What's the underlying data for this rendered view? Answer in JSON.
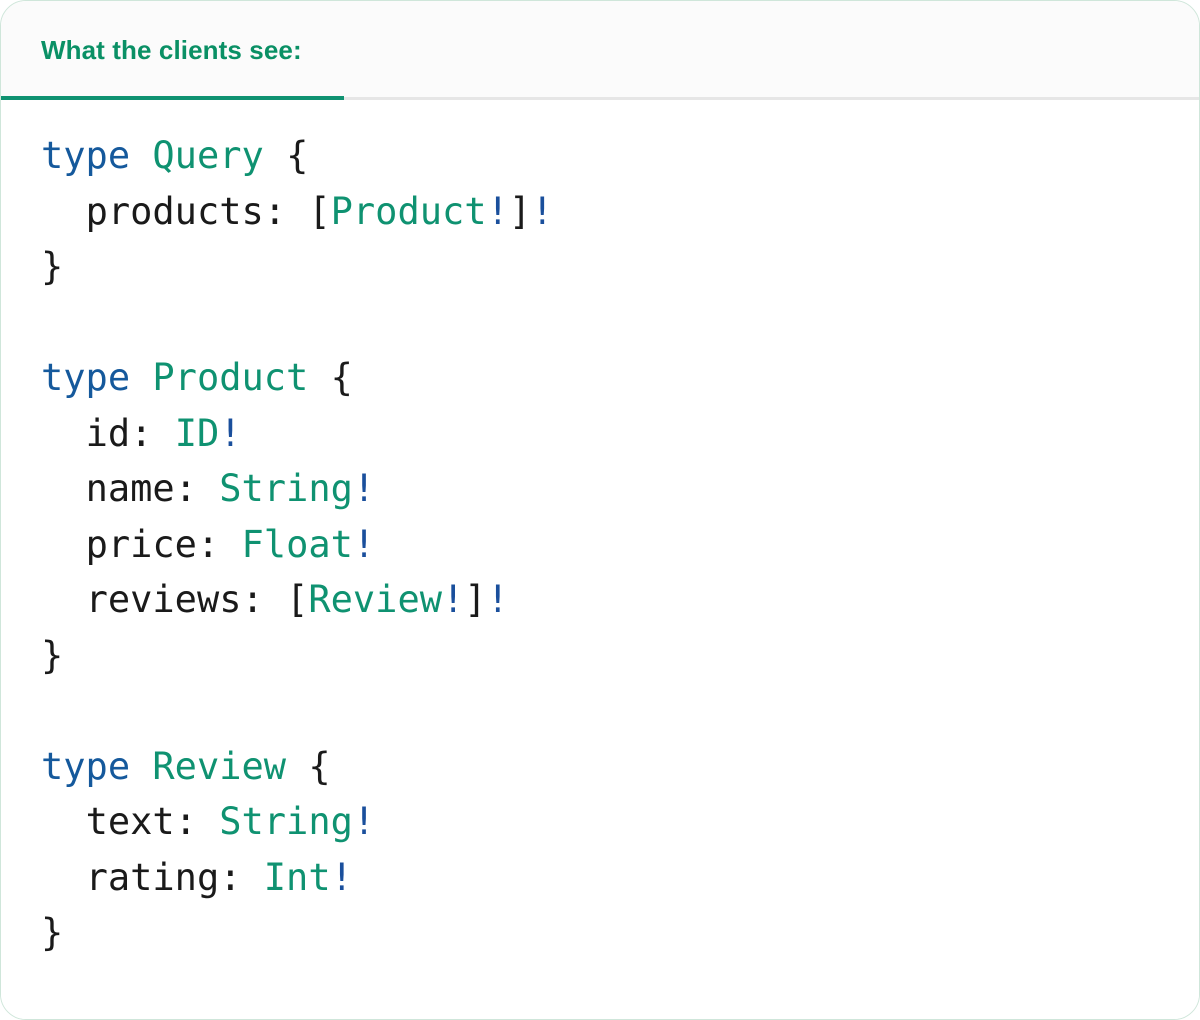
{
  "card": {
    "accent_color": "#0f9271",
    "border_color": "#cfe6da",
    "header_bg": "#fbfbfb",
    "body_bg": "#ffffff"
  },
  "tabs": [
    {
      "label": "What the clients see:",
      "active": true
    }
  ],
  "code": {
    "language": "graphql",
    "colors": {
      "keyword": "#15599c",
      "type_name": "#0f9271",
      "field_name": "#1a1a1a",
      "punctuation": "#1a1a1a",
      "non_null_bang": "#1a4f9c"
    },
    "text": "type Query {\n  products: [Product!]!\n}\n\ntype Product {\n  id: ID!\n  name: String!\n  price: Float!\n  reviews: [Review!]!\n}\n\ntype Review {\n  text: String!\n  rating: Int!\n}",
    "lines": [
      [
        {
          "t": "type",
          "c": "keyword"
        },
        {
          "t": " ",
          "c": "plain"
        },
        {
          "t": "Query",
          "c": "type"
        },
        {
          "t": " ",
          "c": "plain"
        },
        {
          "t": "{",
          "c": "punct"
        }
      ],
      [
        {
          "t": "  ",
          "c": "plain"
        },
        {
          "t": "products",
          "c": "field"
        },
        {
          "t": ": ",
          "c": "punct"
        },
        {
          "t": "[",
          "c": "punct"
        },
        {
          "t": "Product",
          "c": "type"
        },
        {
          "t": "!",
          "c": "bang"
        },
        {
          "t": "]",
          "c": "punct"
        },
        {
          "t": "!",
          "c": "bang"
        }
      ],
      [
        {
          "t": "}",
          "c": "punct"
        }
      ],
      [],
      [
        {
          "t": "type",
          "c": "keyword"
        },
        {
          "t": " ",
          "c": "plain"
        },
        {
          "t": "Product",
          "c": "type"
        },
        {
          "t": " ",
          "c": "plain"
        },
        {
          "t": "{",
          "c": "punct"
        }
      ],
      [
        {
          "t": "  ",
          "c": "plain"
        },
        {
          "t": "id",
          "c": "field"
        },
        {
          "t": ": ",
          "c": "punct"
        },
        {
          "t": "ID",
          "c": "type"
        },
        {
          "t": "!",
          "c": "bang"
        }
      ],
      [
        {
          "t": "  ",
          "c": "plain"
        },
        {
          "t": "name",
          "c": "field"
        },
        {
          "t": ": ",
          "c": "punct"
        },
        {
          "t": "String",
          "c": "type"
        },
        {
          "t": "!",
          "c": "bang"
        }
      ],
      [
        {
          "t": "  ",
          "c": "plain"
        },
        {
          "t": "price",
          "c": "field"
        },
        {
          "t": ": ",
          "c": "punct"
        },
        {
          "t": "Float",
          "c": "type"
        },
        {
          "t": "!",
          "c": "bang"
        }
      ],
      [
        {
          "t": "  ",
          "c": "plain"
        },
        {
          "t": "reviews",
          "c": "field"
        },
        {
          "t": ": ",
          "c": "punct"
        },
        {
          "t": "[",
          "c": "punct"
        },
        {
          "t": "Review",
          "c": "type"
        },
        {
          "t": "!",
          "c": "bang"
        },
        {
          "t": "]",
          "c": "punct"
        },
        {
          "t": "!",
          "c": "bang"
        }
      ],
      [
        {
          "t": "}",
          "c": "punct"
        }
      ],
      [],
      [
        {
          "t": "type",
          "c": "keyword"
        },
        {
          "t": " ",
          "c": "plain"
        },
        {
          "t": "Review",
          "c": "type"
        },
        {
          "t": " ",
          "c": "plain"
        },
        {
          "t": "{",
          "c": "punct"
        }
      ],
      [
        {
          "t": "  ",
          "c": "plain"
        },
        {
          "t": "text",
          "c": "field"
        },
        {
          "t": ": ",
          "c": "punct"
        },
        {
          "t": "String",
          "c": "type"
        },
        {
          "t": "!",
          "c": "bang"
        }
      ],
      [
        {
          "t": "  ",
          "c": "plain"
        },
        {
          "t": "rating",
          "c": "field"
        },
        {
          "t": ": ",
          "c": "punct"
        },
        {
          "t": "Int",
          "c": "type"
        },
        {
          "t": "!",
          "c": "bang"
        }
      ],
      [
        {
          "t": "}",
          "c": "punct"
        }
      ]
    ]
  }
}
